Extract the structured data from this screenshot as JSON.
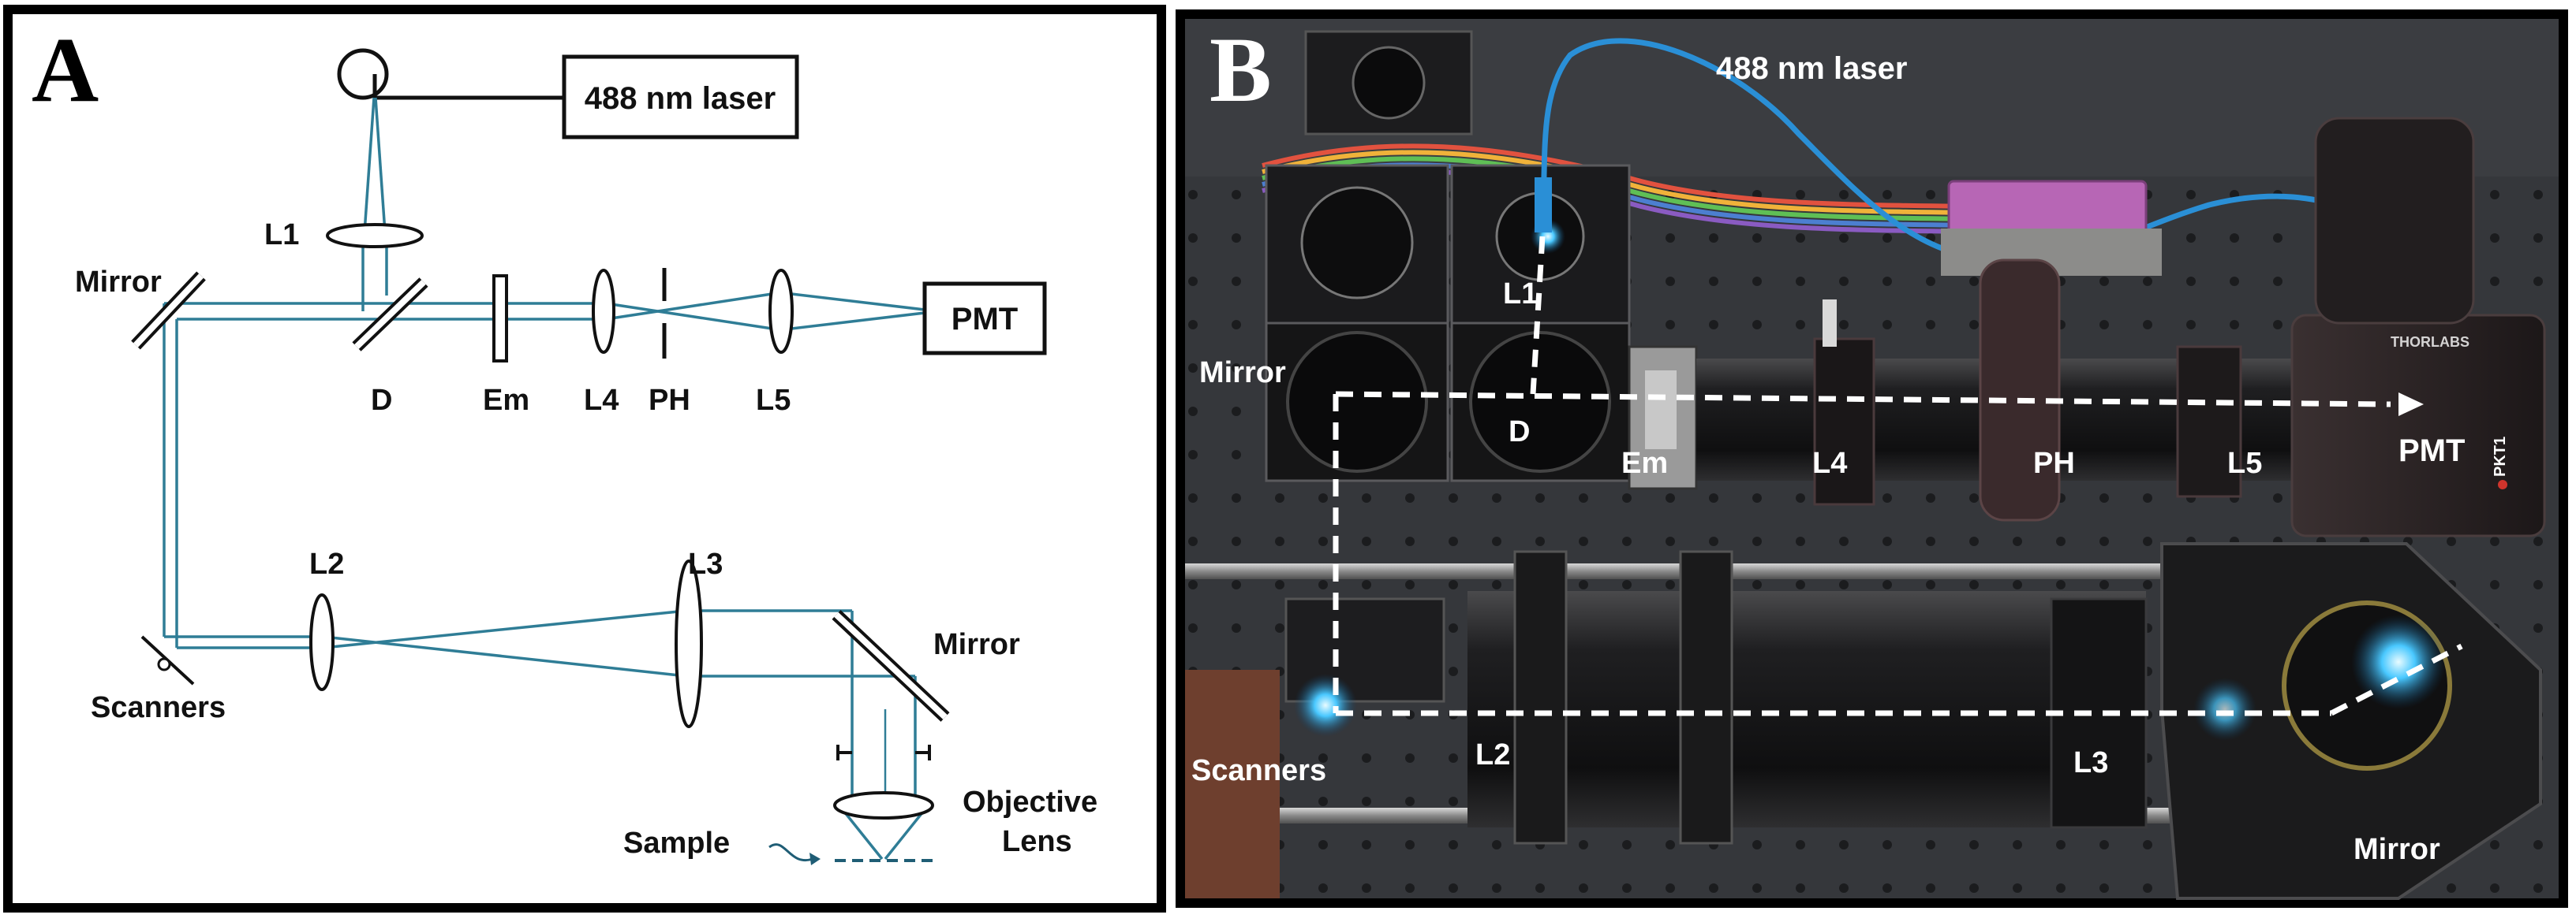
{
  "colors": {
    "beam": "#2f7d96",
    "sample_arrow": "#1f5d75",
    "optics_outline": "#111111",
    "panel_border": "#000000",
    "photo_bench": "#3a3c40",
    "photo_table": "#2a2b2e",
    "mount_black": "#161616",
    "fiber_blue": "#2a8fd6",
    "laser_purple": "#b766b5",
    "pmt_body": "#2b2526",
    "guide_dashed": "#ffffff"
  },
  "panel_a": {
    "letter": "A",
    "laser_label": "488 nm laser",
    "pmt_label": "PMT",
    "labels": {
      "L1": "L1",
      "mirror_top": "Mirror",
      "D": "D",
      "Em": "Em",
      "L4": "L4",
      "PH": "PH",
      "L5": "L5",
      "L2": "L2",
      "L3": "L3",
      "mirror_bottom": "Mirror",
      "scanners": "Scanners",
      "objective_line1": "Objective",
      "objective_line2": "Lens",
      "sample": "Sample"
    }
  },
  "panel_b": {
    "letter": "B",
    "labels": {
      "laser": "488 nm laser",
      "L1": "L1",
      "mirror_top": "Mirror",
      "D": "D",
      "Em": "Em",
      "L4": "L4",
      "PH": "PH",
      "L5": "L5",
      "PMT": "PMT",
      "scanners": "Scanners",
      "L2": "L2",
      "L3": "L3",
      "mirror_bottom": "Mirror",
      "pmt_model": "PKT1",
      "thorlabs_mark": "THORLABS"
    }
  }
}
